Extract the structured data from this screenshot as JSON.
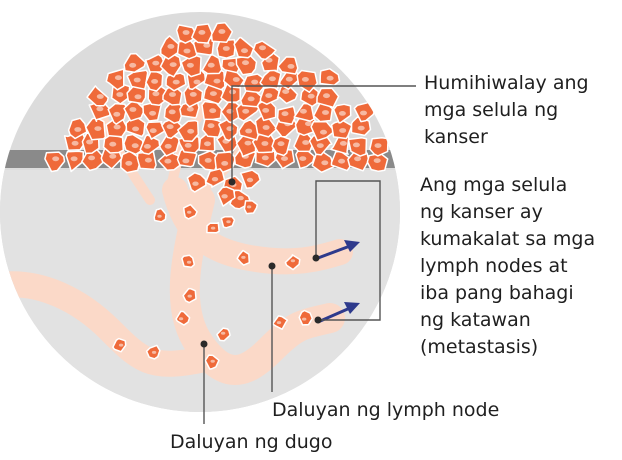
{
  "labels": {
    "detaching_cells": "Humihiwalay ang\nmga selula ng\nkanser",
    "spreading_cells": "Ang mga selula\nng kanser ay\nkumakalat sa mga\nlymph nodes at\niba pang bahagi\nng katawan\n(metastasis)",
    "lymph_vessel": "Daluyan ng lymph node",
    "blood_vessel": "Daluyan ng dugo"
  },
  "colors": {
    "cell_fill": "#ef6a3a",
    "cell_outline": "#ffffff",
    "cell_nucleus": "#f6b9a2",
    "circle_bg": "#dcdcdc",
    "tissue_layer": "#8a8a8a",
    "vessel": "#fbd9c8",
    "arrow": "#2e3a8c",
    "leader_line": "#555555"
  },
  "icons": {
    "spread_arrow": "arrow-icon",
    "leader_dot": "dot-icon"
  }
}
